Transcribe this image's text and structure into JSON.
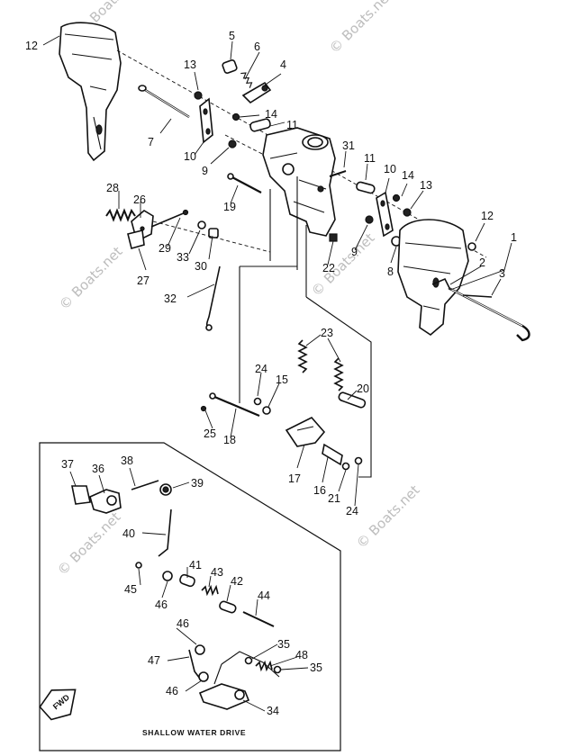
{
  "watermark": "© Boats.net",
  "caption": "SHALLOW WATER DRIVE",
  "fwd_label": "FWD",
  "callouts": [
    {
      "id": "c12a",
      "text": "12"
    },
    {
      "id": "c5",
      "text": "5"
    },
    {
      "id": "c6",
      "text": "6"
    },
    {
      "id": "c13a",
      "text": "13"
    },
    {
      "id": "c4",
      "text": "4"
    },
    {
      "id": "c14a",
      "text": "14"
    },
    {
      "id": "c11a",
      "text": "11"
    },
    {
      "id": "c7",
      "text": "7"
    },
    {
      "id": "c10a",
      "text": "10"
    },
    {
      "id": "c9a",
      "text": "9"
    },
    {
      "id": "c31",
      "text": "31"
    },
    {
      "id": "c11b",
      "text": "11"
    },
    {
      "id": "c10b",
      "text": "10"
    },
    {
      "id": "c14b",
      "text": "14"
    },
    {
      "id": "c13b",
      "text": "13"
    },
    {
      "id": "c28",
      "text": "28"
    },
    {
      "id": "c26",
      "text": "26"
    },
    {
      "id": "c19",
      "text": "19"
    },
    {
      "id": "c12b",
      "text": "12"
    },
    {
      "id": "c1",
      "text": "1"
    },
    {
      "id": "c29",
      "text": "29"
    },
    {
      "id": "c33",
      "text": "33"
    },
    {
      "id": "c30",
      "text": "30"
    },
    {
      "id": "c9b",
      "text": "9"
    },
    {
      "id": "c8",
      "text": "8"
    },
    {
      "id": "c2",
      "text": "2"
    },
    {
      "id": "c3",
      "text": "3"
    },
    {
      "id": "c27",
      "text": "27"
    },
    {
      "id": "c22",
      "text": "22"
    },
    {
      "id": "c32",
      "text": "32"
    },
    {
      "id": "c23",
      "text": "23"
    },
    {
      "id": "c24a",
      "text": "24"
    },
    {
      "id": "c15",
      "text": "15"
    },
    {
      "id": "c20",
      "text": "20"
    },
    {
      "id": "c25",
      "text": "25"
    },
    {
      "id": "c18",
      "text": "18"
    },
    {
      "id": "c17",
      "text": "17"
    },
    {
      "id": "c16",
      "text": "16"
    },
    {
      "id": "c21",
      "text": "21"
    },
    {
      "id": "c24b",
      "text": "24"
    },
    {
      "id": "c37",
      "text": "37"
    },
    {
      "id": "c36",
      "text": "36"
    },
    {
      "id": "c38",
      "text": "38"
    },
    {
      "id": "c39",
      "text": "39"
    },
    {
      "id": "c40",
      "text": "40"
    },
    {
      "id": "c41",
      "text": "41"
    },
    {
      "id": "c43",
      "text": "43"
    },
    {
      "id": "c42",
      "text": "42"
    },
    {
      "id": "c45",
      "text": "45"
    },
    {
      "id": "c46a",
      "text": "46"
    },
    {
      "id": "c44",
      "text": "44"
    },
    {
      "id": "c46b",
      "text": "46"
    },
    {
      "id": "c47",
      "text": "47"
    },
    {
      "id": "c35a",
      "text": "35"
    },
    {
      "id": "c48",
      "text": "48"
    },
    {
      "id": "c35b",
      "text": "35"
    },
    {
      "id": "c46c",
      "text": "46"
    },
    {
      "id": "c34",
      "text": "34"
    }
  ]
}
